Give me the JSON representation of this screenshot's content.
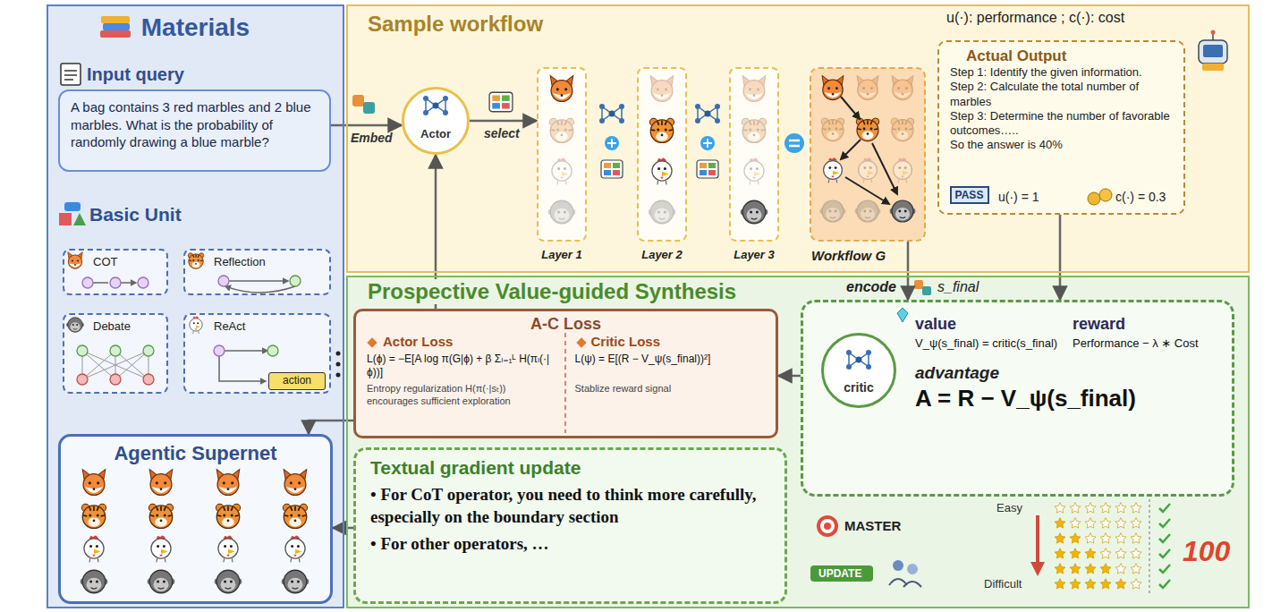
{
  "diagram": {
    "nodes": [
      {
        "text": [
          "Materials"
        ]
      },
      {
        "text": [
          "Input query",
          "A bag contains 3 red marbles and 2 blue marbles. What is the probability of randomly drawing a blue marble?"
        ],
        "in": 0
      },
      {
        "text": [
          "COT"
        ],
        "in": 0
      },
      {
        "text": [
          "Reflection"
        ],
        "in": 0
      },
      {
        "text": [
          "Debate"
        ],
        "in": 0
      },
      {
        "text": [
          "ReAct"
        ],
        "in": 0
      },
      {
        "text": [
          "action"
        ],
        "in": 5
      },
      {
        "text": [
          "Agentic Supernet"
        ],
        "in": 0
      },
      {
        "text": [
          "Sample workflow"
        ]
      },
      {
        "text": [
          "Actor"
        ],
        "in": 8
      },
      {
        "text": [
          "Layer 1"
        ],
        "in": 8
      },
      {
        "text": [
          "Layer 2"
        ],
        "in": 8
      },
      {
        "text": [
          "Layer 3"
        ],
        "in": 8
      },
      {
        "text": [
          "Workflow G"
        ],
        "in": 8
      },
      {
        "text": [
          "Actual Output",
          "Step 1: Identify the given information.",
          "Step 2: Calculate the total number of marbles",
          "Step 3: Determine the number of favorable outcomes…..",
          "So the answer is 40%",
          "u(·) = 1",
          "c(·) = 0.3"
        ],
        "in": 8
      },
      {
        "text": [
          "PASS"
        ],
        "in": 14
      },
      {
        "text": [
          "Prospective Value-guided Synthesis"
        ]
      },
      {
        "text": [
          "A-C Loss",
          "Actor Loss",
          "L(ϕ) = −E[A log π(G|ϕ) + β Σₗ₌₁ᴸ H(πₗ(·|ϕ))]",
          "Entropy regularization H(π(·|sₜ)) encourages sufficient exploration",
          "Critic Loss",
          "L(ψ) = E[(R − V_ψ(s_final))²]",
          "Stablize reward signal"
        ],
        "in": 16
      },
      {
        "text": [
          "Textual gradient update",
          "• For CoT operator, you need to think more carefully, especially on the boundary section",
          "• For other operators, …"
        ],
        "in": 16
      },
      {
        "text": [
          "value",
          "V_ψ(s_final) = critic(s_final)",
          "reward",
          "Performance − λ ∗ Cost",
          "advantage",
          "A = R − V_ψ(s_final)"
        ],
        "in": 16
      },
      {
        "text": [
          "critic"
        ],
        "in": 19
      }
    ],
    "edges": [
      {
        "from": 1,
        "to": 9,
        "arrow": "to",
        "label": "Embed"
      },
      {
        "from": 9,
        "to": 10,
        "arrow": "to",
        "label": "select"
      },
      {
        "from": 17,
        "to": 9,
        "arrow": "to"
      },
      {
        "from": 13,
        "to": 19,
        "arrow": "to",
        "label": "encode"
      },
      {
        "from": 14,
        "to": 19,
        "arrow": "to"
      },
      {
        "from": 19,
        "to": 17,
        "arrow": "to"
      },
      {
        "from": 18,
        "to": 7,
        "arrow": "to"
      },
      {
        "from": 17,
        "to": 7,
        "arrow": "to"
      }
    ],
    "labels": [
      "u(·): performance ; c(·): cost",
      "Basic Unit",
      "s_final",
      "MASTER",
      "UPDATE",
      "Easy",
      "Difficult",
      "100"
    ]
  }
}
